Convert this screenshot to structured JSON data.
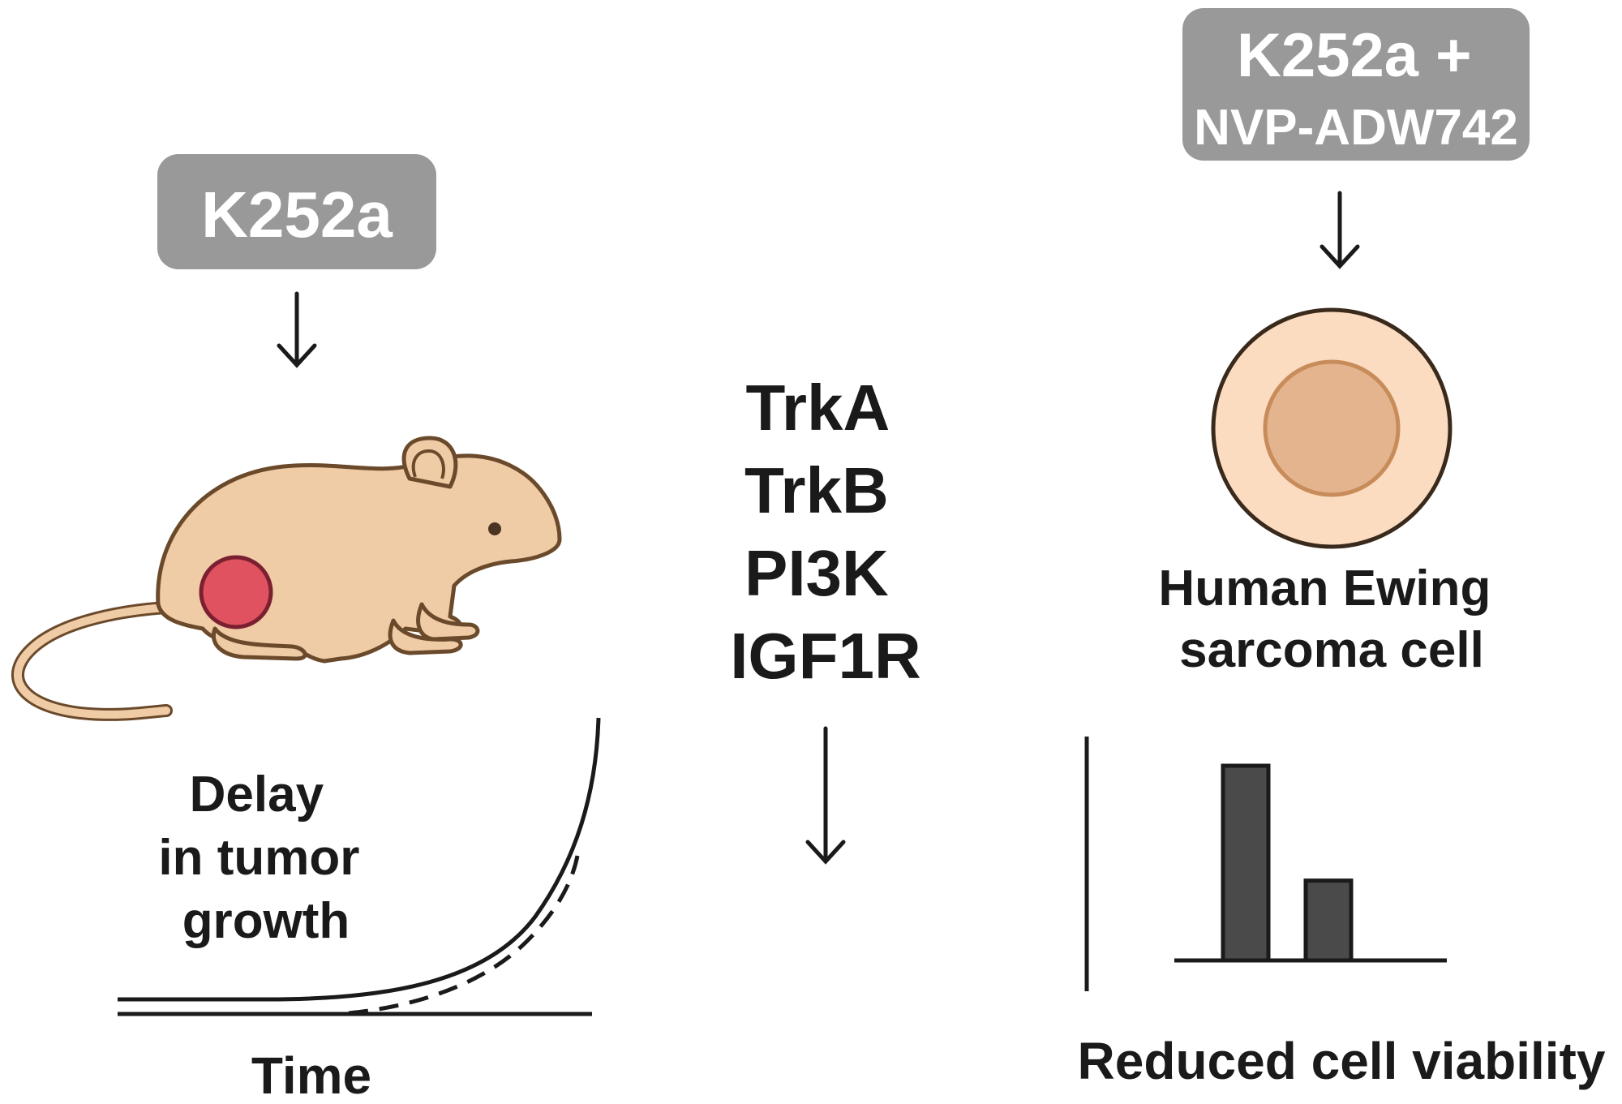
{
  "colors": {
    "drug_box": "#999999",
    "drug_text": "#ffffff",
    "ink": "#1a1a1a",
    "mouse_body": "#efcba6",
    "mouse_outline": "#6b4a2b",
    "tumor": "#e0525f",
    "tumor_outline": "#7a2030",
    "cell_outer": "#fbdcc0",
    "cell_nucleus": "#e3b48e",
    "cell_nucleus_outline": "#c88c5a",
    "bar_fill": "#4a4a4a"
  },
  "left_panel": {
    "drug_label": "K252a",
    "organism_icon": "mouse-with-tumor-icon",
    "curve_label_lines": [
      "Delay",
      "in tumor",
      "growth"
    ],
    "axis_label": "Time"
  },
  "center_panel": {
    "targets": [
      "TrkA",
      "TrkB",
      "PI3K",
      "IGF1R"
    ]
  },
  "right_panel": {
    "drug_label_lines": [
      "K252a +",
      "NVP-ADW742"
    ],
    "cell_icon": "cell-icon",
    "cell_label_lines": [
      "Human Ewing",
      "sarcoma cell"
    ],
    "viability_label": "Reduced cell viability",
    "bar_values": [
      1.0,
      0.41
    ]
  }
}
